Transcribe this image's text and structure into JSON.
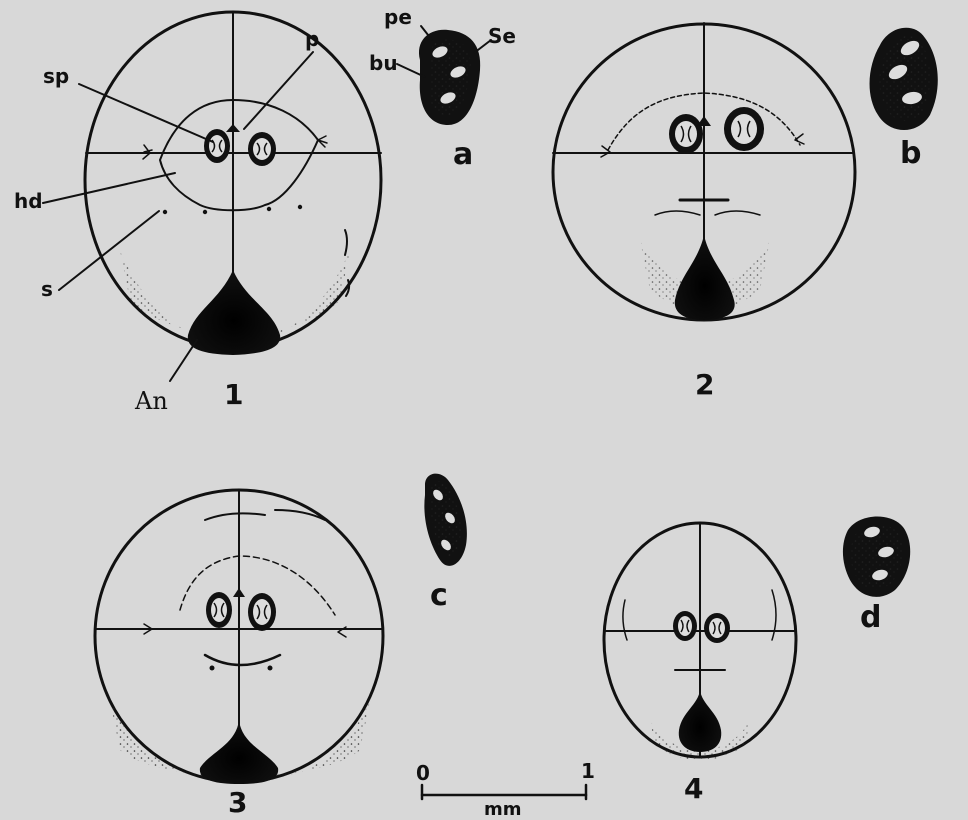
{
  "figure_numbers": [
    "1",
    "2",
    "3",
    "4"
  ],
  "detail_letters": [
    "a",
    "b",
    "c",
    "d"
  ],
  "annotations": {
    "sp": "sp",
    "p": "p",
    "hd": "hd",
    "s": "s",
    "an": "An",
    "pe": "pe",
    "bu": "bu",
    "se": "Se"
  },
  "scale_bar": {
    "start": "0",
    "end": "1",
    "unit": "mm"
  }
}
